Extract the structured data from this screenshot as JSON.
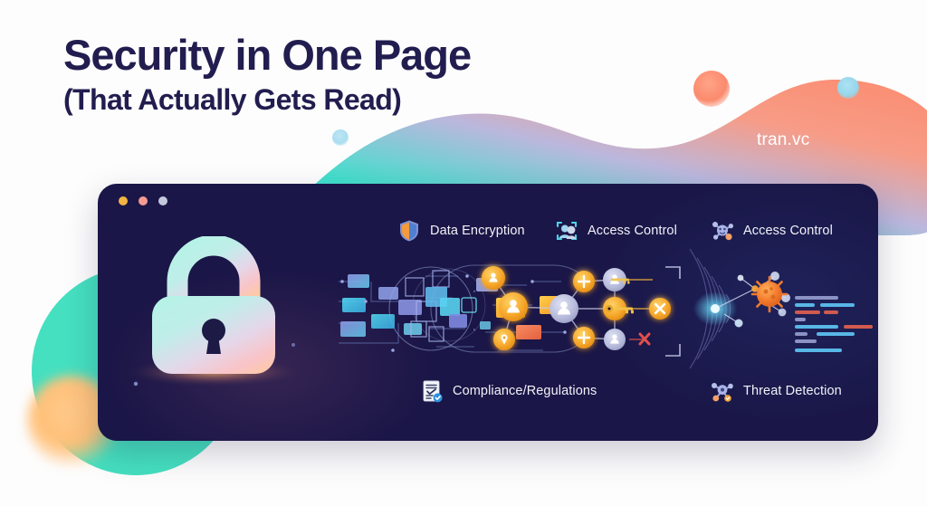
{
  "headline": {
    "line1": "Security in One Page",
    "line2": "(That Actually Gets Read)",
    "color": "#221d4f"
  },
  "brand": {
    "name": "tran.vc",
    "color": "#ffffff"
  },
  "panel": {
    "background_color": "#1a1647",
    "window_dots": [
      {
        "name": "dot-yellow",
        "color": "#f2b544"
      },
      {
        "name": "dot-pink",
        "color": "#f49a93"
      },
      {
        "name": "dot-gray",
        "color": "#c3c8dc"
      }
    ],
    "features": [
      {
        "id": "data-encryption",
        "label": "Data Encryption",
        "icon": "shield-icon"
      },
      {
        "id": "access-control-1",
        "label": "Access Control",
        "icon": "face-scan-icon"
      },
      {
        "id": "access-control-2",
        "label": "Access Control",
        "icon": "network-node-icon"
      },
      {
        "id": "compliance",
        "label": "Compliance/Regulations",
        "icon": "document-check-icon"
      },
      {
        "id": "threat-detection",
        "label": "Threat Detection",
        "icon": "threat-node-icon"
      }
    ],
    "illustrations": [
      {
        "id": "padlock",
        "name": "padlock-illustration"
      },
      {
        "id": "circuit",
        "name": "circuit-network-illustration"
      },
      {
        "id": "access-diagram",
        "name": "access-control-diagram"
      },
      {
        "id": "radar",
        "name": "threat-radar-illustration"
      }
    ]
  },
  "palette": {
    "panel_navy": "#1a1647",
    "mint": "#45e0c0",
    "coral": "#fb8a6d",
    "amber": "#f5a623",
    "sky": "#96d7ec",
    "lavender": "#b8bcdc",
    "lock_cyan": "#9ef0e0",
    "lock_pink": "#f7c0c9"
  }
}
